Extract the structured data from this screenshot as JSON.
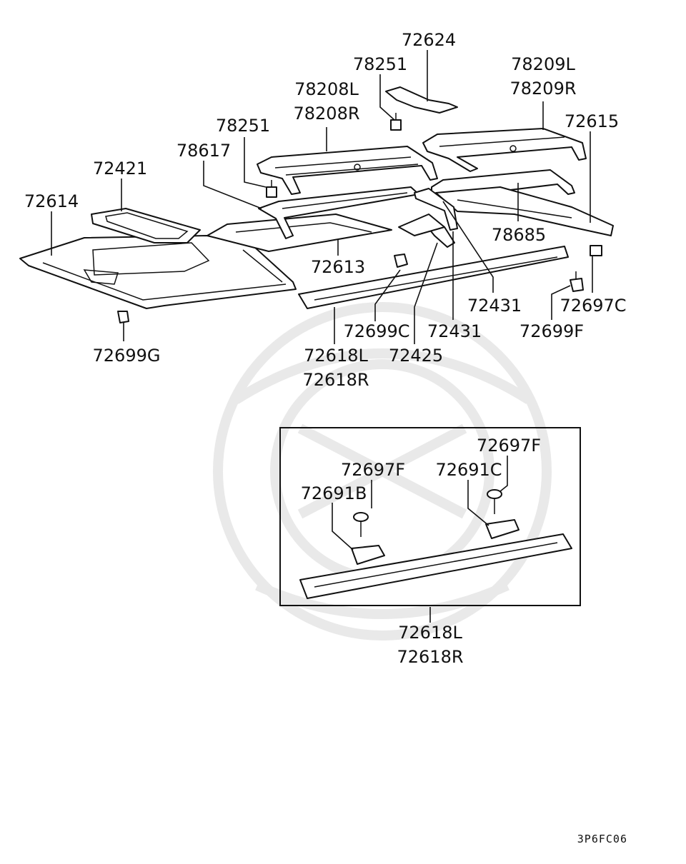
{
  "diagram": {
    "labels": {
      "p72624": "72624",
      "p78251a": "78251",
      "p78209l": "78209L",
      "p78209r": "78209R",
      "p78208l": "78208L",
      "p78208r": "78208R",
      "p78251b": "78251",
      "p72615": "72615",
      "p78617": "78617",
      "p72421": "72421",
      "p72614": "72614",
      "p78685": "78685",
      "p72613": "72613",
      "p72431a": "72431",
      "p72697c": "72697C",
      "p72699c": "72699C",
      "p72431b": "72431",
      "p72699f": "72699F",
      "p72699g": "72699G",
      "p72618l": "72618L",
      "p72425": "72425",
      "p72618r": "72618R",
      "inset_72697f_a": "72697F",
      "inset_72697f_b": "72697F",
      "inset_72691c": "72691C",
      "inset_72691b": "72691B",
      "inset_72618l": "72618L",
      "inset_72618r": "72618R"
    },
    "diagram_code": "3P6FC06"
  }
}
